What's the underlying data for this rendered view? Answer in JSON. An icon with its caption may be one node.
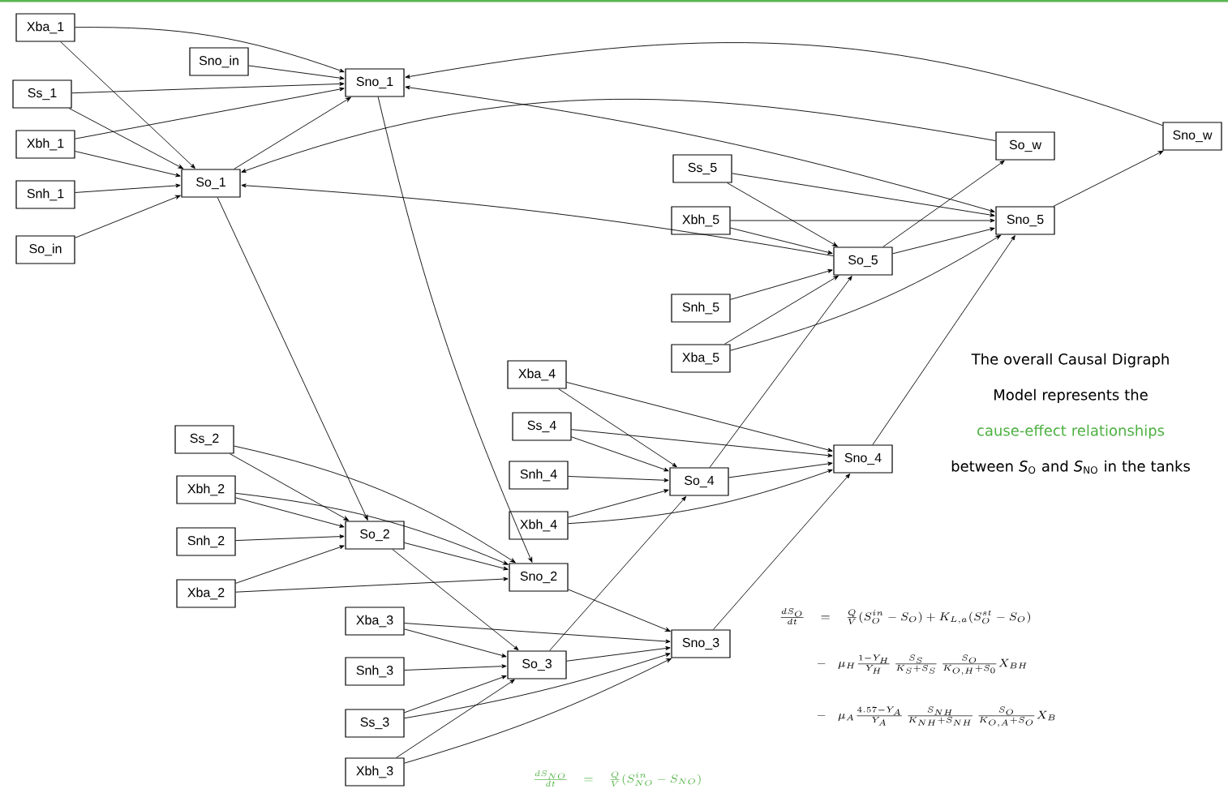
{
  "diagram": {
    "nodes": [
      {
        "text": [
          "Xba_1"
        ]
      },
      {
        "text": [
          "Sno_in"
        ]
      },
      {
        "text": [
          "Sno_1"
        ]
      },
      {
        "text": [
          "Ss_1"
        ]
      },
      {
        "text": [
          "Xbh_1"
        ]
      },
      {
        "text": [
          "So_1"
        ]
      },
      {
        "text": [
          "Snh_1"
        ]
      },
      {
        "text": [
          "So_in"
        ]
      },
      {
        "text": [
          "So_w"
        ]
      },
      {
        "text": [
          "Sno_w"
        ]
      },
      {
        "text": [
          "Ss_5"
        ]
      },
      {
        "text": [
          "Xbh_5"
        ]
      },
      {
        "text": [
          "Sno_5"
        ]
      },
      {
        "text": [
          "So_5"
        ]
      },
      {
        "text": [
          "Snh_5"
        ]
      },
      {
        "text": [
          "Xba_5"
        ]
      },
      {
        "text": [
          "Xba_4"
        ]
      },
      {
        "text": [
          "Ss_4"
        ]
      },
      {
        "text": [
          "Snh_4"
        ]
      },
      {
        "text": [
          "Sno_4"
        ]
      },
      {
        "text": [
          "So_4"
        ]
      },
      {
        "text": [
          "Ss_2"
        ]
      },
      {
        "text": [
          "Xbh_2"
        ]
      },
      {
        "text": [
          "Xbh_4"
        ]
      },
      {
        "text": [
          "So_2"
        ]
      },
      {
        "text": [
          "Snh_2"
        ]
      },
      {
        "text": [
          "Sno_2"
        ]
      },
      {
        "text": [
          "Xba_2"
        ]
      },
      {
        "text": [
          "Xba_3"
        ]
      },
      {
        "text": [
          "Sno_3"
        ]
      },
      {
        "text": [
          "Snh_3"
        ]
      },
      {
        "text": [
          "So_3"
        ]
      },
      {
        "text": [
          "Ss_3"
        ]
      },
      {
        "text": [
          "Xbh_3"
        ]
      }
    ],
    "edges": [
      {
        "from": 0,
        "to": 2,
        "arrow": "to"
      },
      {
        "from": 0,
        "to": 5,
        "arrow": "to"
      },
      {
        "from": 1,
        "to": 2,
        "arrow": "to"
      },
      {
        "from": 3,
        "to": 2,
        "arrow": "to"
      },
      {
        "from": 3,
        "to": 5,
        "arrow": "to"
      },
      {
        "from": 4,
        "to": 2,
        "arrow": "to"
      },
      {
        "from": 4,
        "to": 5,
        "arrow": "to"
      },
      {
        "from": 6,
        "to": 5,
        "arrow": "to"
      },
      {
        "from": 7,
        "to": 5,
        "arrow": "to"
      },
      {
        "from": 5,
        "to": 2,
        "arrow": "to"
      },
      {
        "from": 9,
        "to": 2,
        "arrow": "to"
      },
      {
        "from": 12,
        "to": 2,
        "arrow": "both"
      },
      {
        "from": 8,
        "to": 5,
        "arrow": "to"
      },
      {
        "from": 13,
        "to": 5,
        "arrow": "to"
      },
      {
        "from": 5,
        "to": 24,
        "arrow": "to"
      },
      {
        "from": 2,
        "to": 26,
        "arrow": "to"
      },
      {
        "from": 13,
        "to": 8,
        "arrow": "to"
      },
      {
        "from": 12,
        "to": 9,
        "arrow": "to"
      },
      {
        "from": 10,
        "to": 12,
        "arrow": "to"
      },
      {
        "from": 10,
        "to": 13,
        "arrow": "to"
      },
      {
        "from": 11,
        "to": 12,
        "arrow": "to"
      },
      {
        "from": 11,
        "to": 13,
        "arrow": "to"
      },
      {
        "from": 14,
        "to": 13,
        "arrow": "to"
      },
      {
        "from": 15,
        "to": 13,
        "arrow": "to"
      },
      {
        "from": 15,
        "to": 12,
        "arrow": "to"
      },
      {
        "from": 13,
        "to": 12,
        "arrow": "to"
      },
      {
        "from": 20,
        "to": 13,
        "arrow": "to"
      },
      {
        "from": 19,
        "to": 12,
        "arrow": "to"
      },
      {
        "from": 16,
        "to": 19,
        "arrow": "to"
      },
      {
        "from": 16,
        "to": 20,
        "arrow": "to"
      },
      {
        "from": 17,
        "to": 19,
        "arrow": "to"
      },
      {
        "from": 17,
        "to": 20,
        "arrow": "to"
      },
      {
        "from": 18,
        "to": 20,
        "arrow": "to"
      },
      {
        "from": 23,
        "to": 20,
        "arrow": "to"
      },
      {
        "from": 23,
        "to": 19,
        "arrow": "to"
      },
      {
        "from": 20,
        "to": 19,
        "arrow": "to"
      },
      {
        "from": 31,
        "to": 20,
        "arrow": "to"
      },
      {
        "from": 29,
        "to": 19,
        "arrow": "to"
      },
      {
        "from": 21,
        "to": 24,
        "arrow": "to"
      },
      {
        "from": 21,
        "to": 26,
        "arrow": "to"
      },
      {
        "from": 22,
        "to": 24,
        "arrow": "to"
      },
      {
        "from": 22,
        "to": 26,
        "arrow": "to"
      },
      {
        "from": 25,
        "to": 24,
        "arrow": "to"
      },
      {
        "from": 27,
        "to": 24,
        "arrow": "to"
      },
      {
        "from": 27,
        "to": 26,
        "arrow": "to"
      },
      {
        "from": 24,
        "to": 26,
        "arrow": "to"
      },
      {
        "from": 28,
        "to": 29,
        "arrow": "to"
      },
      {
        "from": 28,
        "to": 31,
        "arrow": "to"
      },
      {
        "from": 30,
        "to": 31,
        "arrow": "to"
      },
      {
        "from": 32,
        "to": 31,
        "arrow": "to"
      },
      {
        "from": 32,
        "to": 29,
        "arrow": "to"
      },
      {
        "from": 33,
        "to": 31,
        "arrow": "to"
      },
      {
        "from": 33,
        "to": 29,
        "arrow": "to"
      },
      {
        "from": 31,
        "to": 29,
        "arrow": "to"
      },
      {
        "from": 24,
        "to": 31,
        "arrow": "to"
      },
      {
        "from": 26,
        "to": 29,
        "arrow": "to"
      }
    ],
    "labels": [
      "The overall Causal Digraph Model represents the",
      "cause-effect relationships",
      "between *S*$_{O}$ and *S*$_{NO}$ in the tanks",
      "\\frac{dS_O}{dt} \\quad = \\quad \\frac{Q}{V}(S_O^{in}-S_O)+K_{L,a}(S_O^{st}-S_O)",
      "- \\quad \\mu_H\\frac{1-Y_H}{Y_H}\\,\\frac{S_S}{K_S+S_S}\\,\\frac{S_O}{K_{O,H}+S_0}X_{BH}",
      "- \\quad \\mu_A\\frac{4.57-Y_A}{Y_A}\\,\\frac{S_{NH}}{K_{NH}+S_{NH}}\\,\\frac{S_O}{K_{O,A}+S_O}X_B",
      "\\frac{dS_{NO}}{dt} \\quad = \\quad \\frac{Q}{V}(S_{NO}^{in}-S_{NO})"
    ]
  }
}
